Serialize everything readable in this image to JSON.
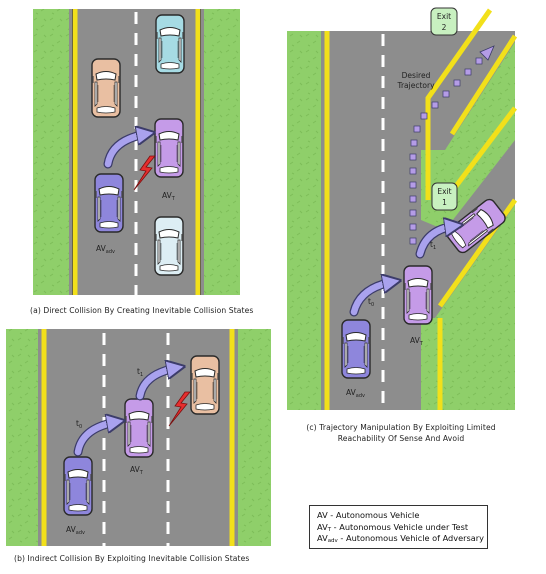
{
  "captions": {
    "a": "(a) Direct Collision By Creating Inevitable Collision States",
    "b": "(b) Indirect Collision By Exploiting Inevitable Collision States",
    "c_line1": "(c) Trajectory Manipulation By Exploiting Limited",
    "c_line2": "Reachability Of Sense And Avoid"
  },
  "labels": {
    "av": "AV",
    "sub_t": "T",
    "sub_adv": "adv",
    "t0": "t",
    "t0_sub": "0",
    "t1": "t",
    "t1_sub": "1",
    "desired_line1": "Desired",
    "desired_line2": "Trajectory",
    "exit_word": "Exit",
    "exit_1": "1",
    "exit_2": "2"
  },
  "legend": {
    "row1": "AV - Autonomous Vehicle",
    "row2_main": "AV",
    "row2_sub": "T",
    "row2_rest": " - Autonomous Vehicle under Test",
    "row3_main": "AV",
    "row3_sub": "adv",
    "row3_rest": " - Autonomous Vehicle of Adversary"
  },
  "colors": {
    "grass": "#8fcf6a",
    "road": "#8d8d8d",
    "edge_line": "#f2e01a",
    "lane_dash": "#ffffff",
    "car_adversary": "#8e86dc",
    "car_test": "#c59be8",
    "car_cyan": "#a6dbe4",
    "car_peach": "#e9bfa2",
    "car_white": "#ddeef4",
    "arrow": "#a9a2ee",
    "collision": "#e62e2e",
    "exit_sign": "#c8f0c0",
    "trajectory_dots": "#b49ce6"
  }
}
